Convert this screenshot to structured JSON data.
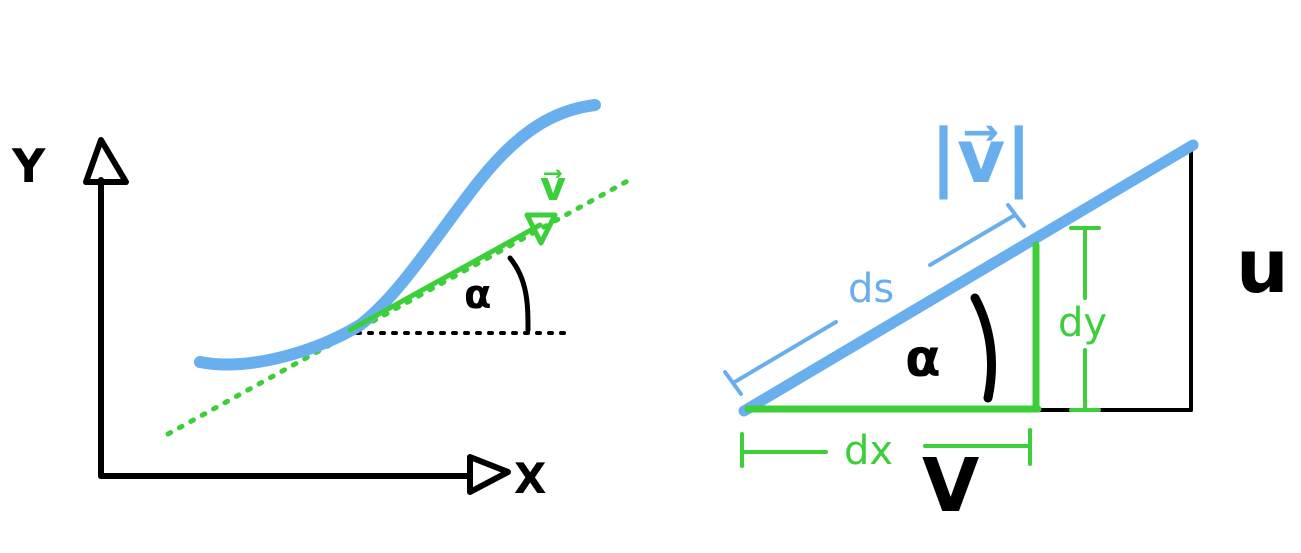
{
  "colors": {
    "curve_blue": "#69afee",
    "green": "#3ccf3a",
    "black": "#000000",
    "background": "#ffffff"
  },
  "left_diagram": {
    "y_axis_label": "Y",
    "x_axis_label": "X",
    "vector_label": "v⃗",
    "angle_label": "α"
  },
  "right_diagram": {
    "magnitude_label": "|v⃗|",
    "ds_label": "ds",
    "dx_label": "dx",
    "dy_label": "dy",
    "angle_label": "α",
    "u_label": "u",
    "v_label": "V"
  }
}
